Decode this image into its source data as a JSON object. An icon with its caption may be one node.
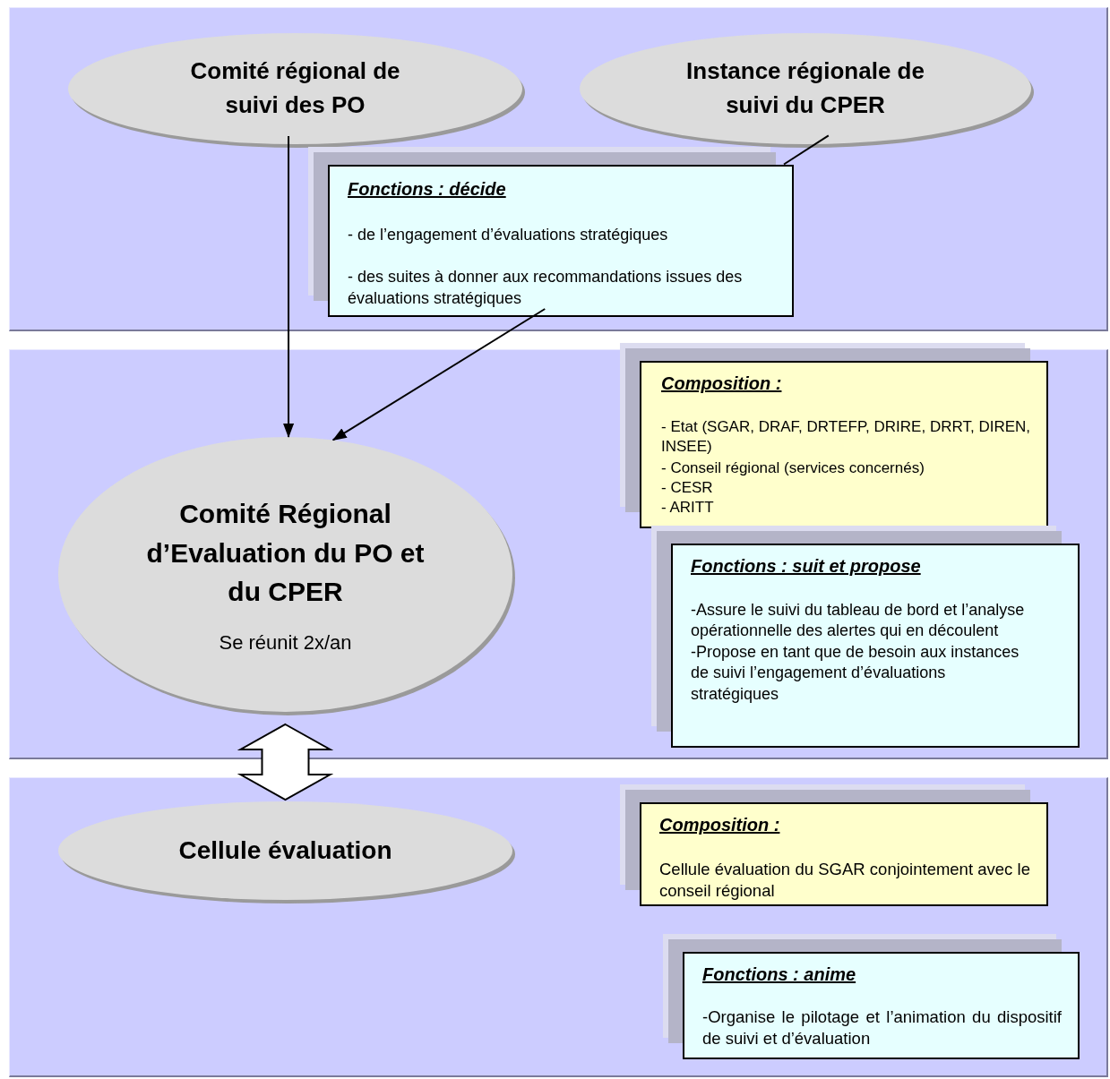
{
  "diagram": {
    "nodes": [
      {
        "text": [],
        "shape": "box"
      },
      {
        "text": [
          "Comité régional de suivi des PO"
        ],
        "in": 0
      },
      {
        "text": [
          "Instance régionale de suivi du CPER"
        ],
        "in": 0
      },
      {
        "text": [
          "Fonctions : décide",
          "- de l’engagement d’évaluations stratégiques",
          "- des suites à donner aux recommandations issues des évaluations stratégiques"
        ],
        "in": 0
      },
      {
        "text": [],
        "shape": "box"
      },
      {
        "text": [
          "Comité Régional d’Evaluation du PO et du CPER",
          "Se réunit 2x/an"
        ],
        "in": 4
      },
      {
        "text": [
          "Composition :",
          "- Etat (SGAR, DRAF, DRTEFP, DRIRE, DRRT, DIREN, INSEE)",
          "- Conseil régional (services concernés)",
          "- CESR",
          "- ARITT"
        ],
        "in": 4
      },
      {
        "text": [
          "Fonctions : suit et propose",
          "-Assure le suivi du tableau de bord et l’analyse opérationnelle des alertes qui en découlent",
          "-Propose en tant que de besoin aux instances de suivi l’engagement d’évaluations stratégiques"
        ],
        "in": 4
      },
      {
        "text": [],
        "shape": "box"
      },
      {
        "text": [
          "Cellule évaluation"
        ],
        "in": 8
      },
      {
        "text": [
          "Composition :",
          "Cellule évaluation du SGAR conjointement avec le conseil régional"
        ],
        "in": 8
      },
      {
        "text": [
          "Fonctions : anime",
          "-Organise le pilotage et l’animation du dispositif de suivi et d’évaluation"
        ],
        "in": 8
      }
    ],
    "edges": [
      {
        "from": 1,
        "to": 5,
        "arrow": "to"
      },
      {
        "from": 3,
        "to": 5,
        "arrow": "to"
      },
      {
        "from": 2,
        "to": 3,
        "arrow": "none"
      },
      {
        "from": 5,
        "to": 9,
        "arrow": "both",
        "style": "thick"
      }
    ]
  }
}
